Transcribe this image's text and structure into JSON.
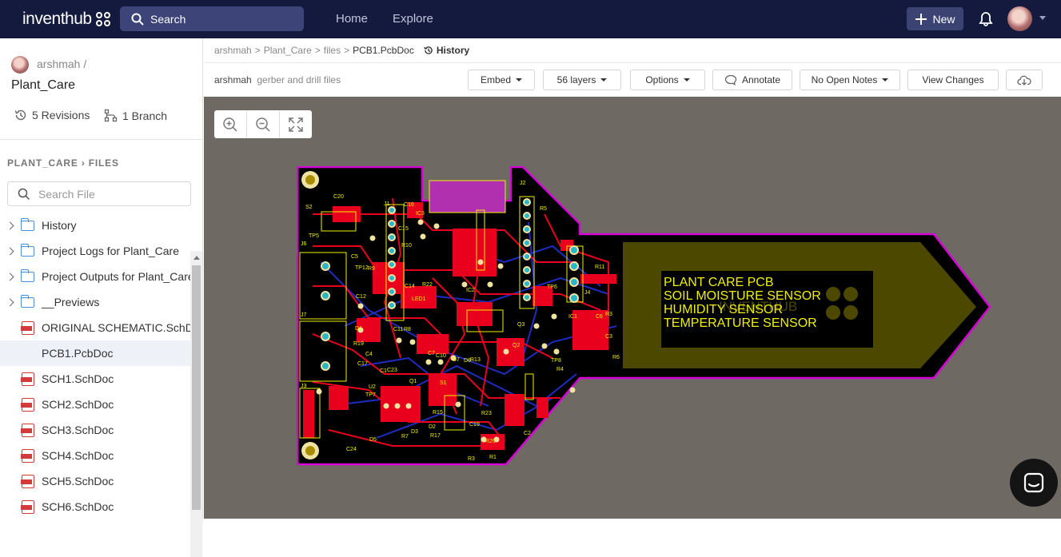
{
  "header": {
    "logo_text": "inventhub",
    "search_label": "Search",
    "nav": [
      "Home",
      "Explore"
    ],
    "new_label": "New"
  },
  "sidebar": {
    "owner": "arshmah /",
    "project": "Plant_Care",
    "revisions": "5 Revisions",
    "branches": "1 Branch",
    "crumb_project": "PLANT_CARE",
    "crumb_files": "FILES",
    "search_placeholder": "Search File",
    "items": [
      {
        "label": "History",
        "type": "folder"
      },
      {
        "label": "Project Logs for Plant_Care",
        "type": "folder"
      },
      {
        "label": "Project Outputs for Plant_Care",
        "type": "folder"
      },
      {
        "label": "__Previews",
        "type": "folder"
      },
      {
        "label": "ORIGINAL SCHEMATIC.SchDoc",
        "type": "sch"
      },
      {
        "label": "PCB1.PcbDoc",
        "type": "pcb",
        "selected": true
      },
      {
        "label": "SCH1.SchDoc",
        "type": "sch"
      },
      {
        "label": "SCH2.SchDoc",
        "type": "sch"
      },
      {
        "label": "SCH3.SchDoc",
        "type": "sch"
      },
      {
        "label": "SCH4.SchDoc",
        "type": "sch"
      },
      {
        "label": "SCH5.SchDoc",
        "type": "sch"
      },
      {
        "label": "SCH6.SchDoc",
        "type": "sch"
      }
    ]
  },
  "main": {
    "breadcrumb": {
      "user": "arshmah",
      "project": "Plant_Care",
      "folder": "files",
      "file": "PCB1.PcbDoc",
      "history": "History"
    },
    "commit": {
      "author": "arshmah",
      "message": "gerber and drill files"
    },
    "toolbar": {
      "embed": "Embed",
      "layers": "56 layers",
      "options": "Options",
      "annotate": "Annotate",
      "notes": "No Open Notes",
      "view_changes": "View Changes"
    }
  },
  "pcb": {
    "silk_lines": [
      "PLANT CARE PCB",
      "SOIL MOISTURE SENSOR",
      "HUMIDITY SENSOR",
      "TEMPERATURE SENSOR"
    ],
    "watermark": "INVENTHUB",
    "designators": [
      "C20",
      "S2",
      "J1",
      "C16",
      "IC3",
      "J2",
      "R5",
      "TP5",
      "J6",
      "C15",
      "R10",
      "C5",
      "TP12",
      "R9",
      "C14",
      "R22",
      "IC2",
      "TP6",
      "R11",
      "C12",
      "LED1",
      "J4",
      "J7",
      "D1",
      "C11",
      "R8",
      "IC1",
      "C6",
      "R3",
      "R19",
      "C4",
      "C7",
      "D7",
      "C3",
      "R6",
      "C17",
      "C1",
      "C23",
      "D8",
      "R13",
      "TP8",
      "R4",
      "J3",
      "U2",
      "TP7",
      "Q1",
      "S1",
      "R15",
      "R23",
      "C19",
      "C2",
      "D5",
      "R7",
      "D3",
      "D2",
      "R17",
      "R20",
      "C24",
      "R3",
      "R1",
      "C10",
      "Q3",
      "Q2"
    ],
    "colors": {
      "background": "#6e6a63",
      "board": "#000000",
      "copper": "#e8001c",
      "traces_bottom": "#1e2cc4",
      "outline": "#d700d7",
      "silk": "#f0f000",
      "sensor_pad": "#4d4800"
    }
  }
}
